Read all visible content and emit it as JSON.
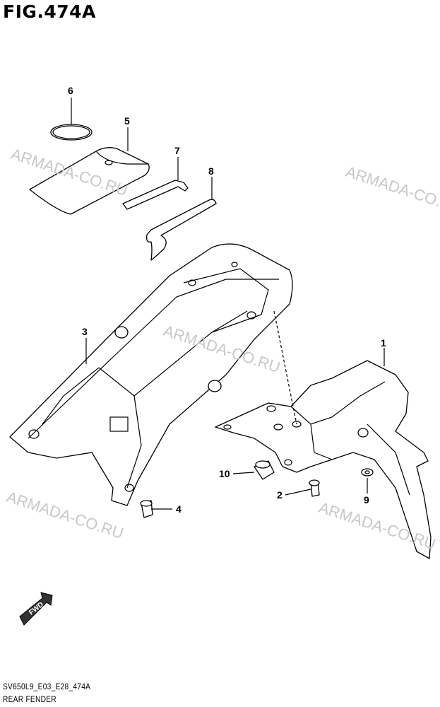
{
  "title": "FIG.474A",
  "watermarks": [
    "ARMADA-CO.RU",
    "ARMADA-CO.RU",
    "ARMADA-CO.RU",
    "ARMADA-CO.RU",
    "ARMADA-CO.RU"
  ],
  "callouts": [
    "1",
    "2",
    "3",
    "4",
    "5",
    "6",
    "7",
    "8",
    "9",
    "10"
  ],
  "fwd_label": "FWD",
  "footer": {
    "code": "SV650L9_E03_E28_474A",
    "name": "REAR FENDER"
  }
}
